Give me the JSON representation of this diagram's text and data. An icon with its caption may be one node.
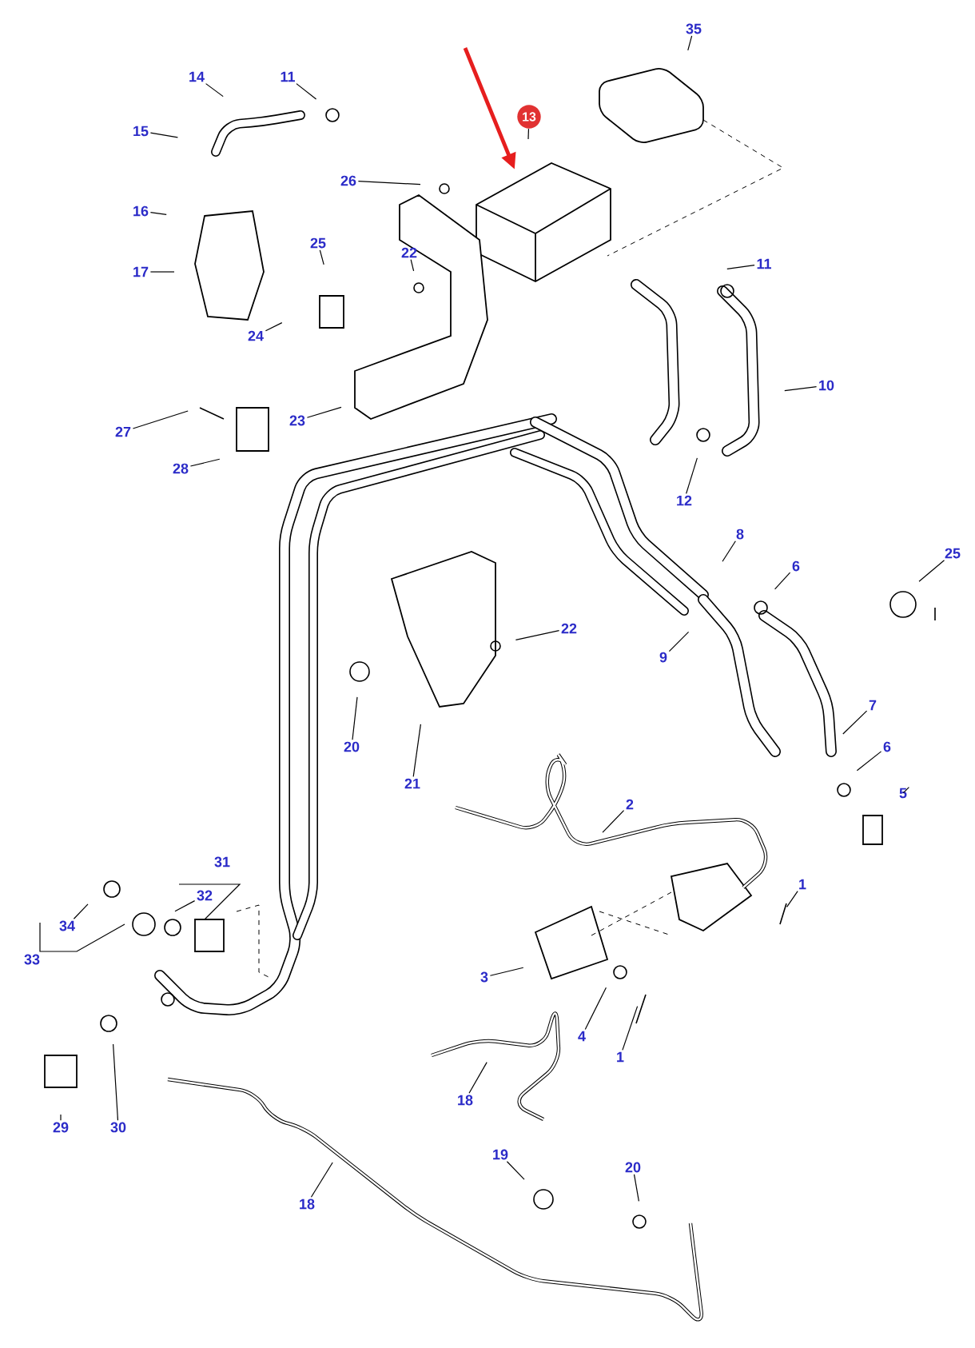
{
  "diagram": {
    "nodes": [
      {
        "text": [
          "35"
        ]
      },
      {
        "text": [
          "14"
        ]
      },
      {
        "text": [
          "11"
        ]
      },
      {
        "text": [
          "13"
        ]
      },
      {
        "text": [
          "15"
        ]
      },
      {
        "text": [
          "26"
        ]
      },
      {
        "text": [
          "16"
        ]
      },
      {
        "text": [
          "25"
        ]
      },
      {
        "text": [
          "22"
        ]
      },
      {
        "text": [
          "11"
        ]
      },
      {
        "text": [
          "17"
        ]
      },
      {
        "text": [
          "24"
        ]
      },
      {
        "text": [
          "10"
        ]
      },
      {
        "text": [
          "23"
        ]
      },
      {
        "text": [
          "27"
        ]
      },
      {
        "text": [
          "28"
        ]
      },
      {
        "text": [
          "12"
        ]
      },
      {
        "text": [
          "8"
        ]
      },
      {
        "text": [
          "25"
        ]
      },
      {
        "text": [
          "6"
        ]
      },
      {
        "text": [
          "22"
        ]
      },
      {
        "text": [
          "9"
        ]
      },
      {
        "text": [
          "20"
        ]
      },
      {
        "text": [
          "21"
        ]
      },
      {
        "text": [
          "7"
        ]
      },
      {
        "text": [
          "6"
        ]
      },
      {
        "text": [
          "5"
        ]
      },
      {
        "text": [
          "2"
        ]
      },
      {
        "text": [
          "31"
        ]
      },
      {
        "text": [
          "1"
        ]
      },
      {
        "text": [
          "32"
        ]
      },
      {
        "text": [
          "34"
        ]
      },
      {
        "text": [
          "33"
        ]
      },
      {
        "text": [
          "3"
        ]
      },
      {
        "text": [
          "4"
        ]
      },
      {
        "text": [
          "1"
        ]
      },
      {
        "text": [
          "18"
        ]
      },
      {
        "text": [
          "29"
        ]
      },
      {
        "text": [
          "30"
        ]
      },
      {
        "text": [
          "18"
        ]
      },
      {
        "text": [
          "19"
        ]
      },
      {
        "text": [
          "20"
        ]
      }
    ],
    "edges": [
      {
        "from": 0,
        "to": null,
        "arrow": "none"
      },
      {
        "from": 1,
        "to": null,
        "arrow": "none"
      },
      {
        "from": 2,
        "to": null,
        "arrow": "none"
      },
      {
        "from": 3,
        "to": null,
        "arrow": "none"
      },
      {
        "from": 4,
        "to": null,
        "arrow": "none"
      },
      {
        "from": 5,
        "to": null,
        "arrow": "none"
      },
      {
        "from": 6,
        "to": null,
        "arrow": "none"
      },
      {
        "from": 7,
        "to": null,
        "arrow": "none"
      },
      {
        "from": 8,
        "to": null,
        "arrow": "none"
      },
      {
        "from": 9,
        "to": null,
        "arrow": "none"
      },
      {
        "from": 10,
        "to": null,
        "arrow": "none"
      },
      {
        "from": 11,
        "to": null,
        "arrow": "none"
      },
      {
        "from": 12,
        "to": null,
        "arrow": "none"
      },
      {
        "from": 13,
        "to": null,
        "arrow": "none"
      },
      {
        "from": 14,
        "to": null,
        "arrow": "none"
      },
      {
        "from": 15,
        "to": null,
        "arrow": "none"
      },
      {
        "from": 16,
        "to": null,
        "arrow": "none"
      },
      {
        "from": 17,
        "to": null,
        "arrow": "none"
      },
      {
        "from": 18,
        "to": null,
        "arrow": "none"
      },
      {
        "from": 19,
        "to": null,
        "arrow": "none"
      },
      {
        "from": 20,
        "to": null,
        "arrow": "none"
      },
      {
        "from": 21,
        "to": null,
        "arrow": "none"
      },
      {
        "from": 22,
        "to": null,
        "arrow": "none"
      },
      {
        "from": 23,
        "to": null,
        "arrow": "none"
      },
      {
        "from": 24,
        "to": null,
        "arrow": "none"
      },
      {
        "from": 25,
        "to": null,
        "arrow": "none"
      },
      {
        "from": 26,
        "to": null,
        "arrow": "none"
      },
      {
        "from": 27,
        "to": null,
        "arrow": "none"
      },
      {
        "from": 29,
        "to": null,
        "arrow": "none"
      },
      {
        "from": 30,
        "to": null,
        "arrow": "none"
      },
      {
        "from": 31,
        "to": null,
        "arrow": "none"
      },
      {
        "from": 33,
        "to": null,
        "arrow": "none"
      },
      {
        "from": 34,
        "to": null,
        "arrow": "none"
      },
      {
        "from": 35,
        "to": null,
        "arrow": "none"
      },
      {
        "from": 36,
        "to": null,
        "arrow": "none"
      },
      {
        "from": 37,
        "to": null,
        "arrow": "none"
      },
      {
        "from": 38,
        "to": null,
        "arrow": "none"
      },
      {
        "from": 39,
        "to": null,
        "arrow": "none"
      },
      {
        "from": 40,
        "to": null,
        "arrow": "none"
      },
      {
        "from": 41,
        "to": null,
        "arrow": "none"
      }
    ]
  }
}
